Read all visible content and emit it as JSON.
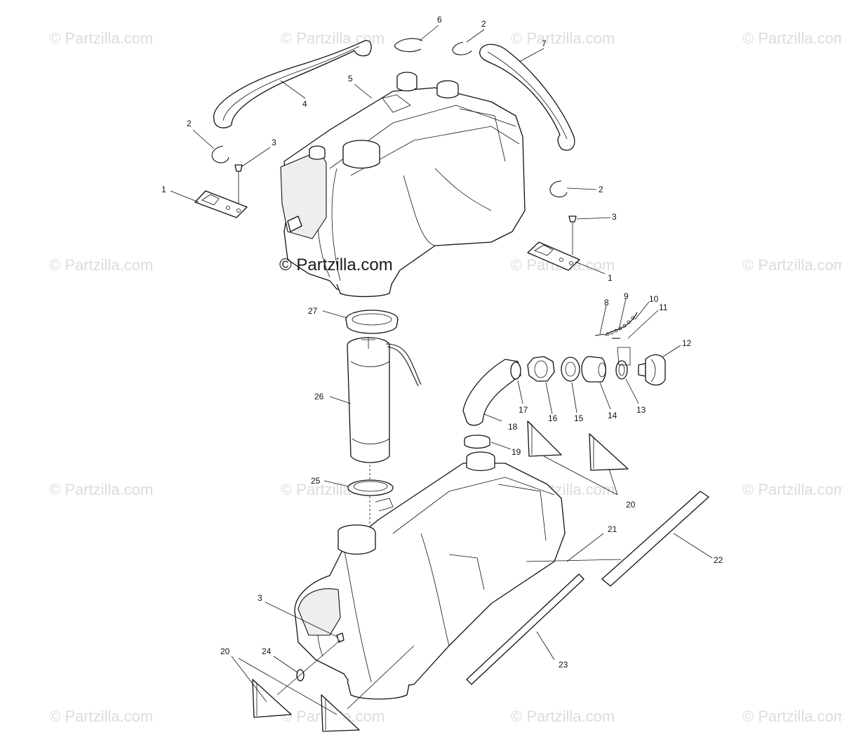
{
  "watermark": {
    "text": "© Partzilla.com",
    "center_text": "© Partzilla.com"
  },
  "callouts": {
    "c1a": "1",
    "c1b": "1",
    "c2a": "2",
    "c2b": "2",
    "c2c": "2",
    "c3a": "3",
    "c3b": "3",
    "c3c": "3",
    "c4": "4",
    "c5": "5",
    "c6": "6",
    "c7": "7",
    "c8": "8",
    "c9": "9",
    "c10": "10",
    "c11": "11",
    "c12": "12",
    "c13": "13",
    "c14": "14",
    "c15": "15",
    "c16": "16",
    "c17": "17",
    "c18": "18",
    "c19": "19",
    "c20a": "20",
    "c20b": "20",
    "c21": "21",
    "c22": "22",
    "c23": "23",
    "c24": "24",
    "c25": "25",
    "c26": "26",
    "c27": "27"
  }
}
